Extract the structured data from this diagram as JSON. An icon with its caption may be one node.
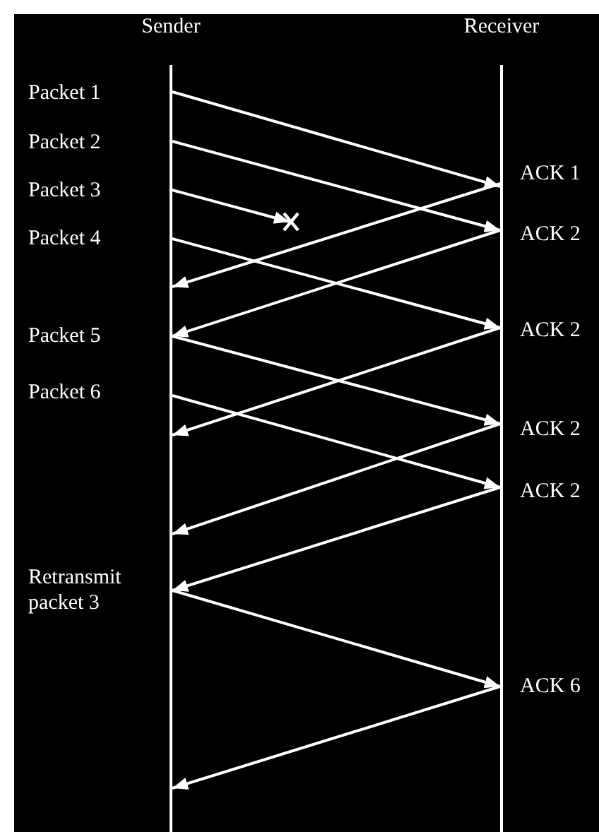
{
  "diagram": {
    "nodes": [
      {
        "text": [
          "Sender"
        ]
      },
      {
        "text": [
          "Receiver"
        ]
      }
    ],
    "edges": [
      {
        "from": 0,
        "to": 1,
        "arrow": "to"
      },
      {
        "from": 0,
        "to": 1,
        "arrow": "to"
      },
      {
        "from": 0,
        "to": null,
        "arrow": "to"
      },
      {
        "from": 0,
        "to": 1,
        "arrow": "to"
      },
      {
        "from": 1,
        "to": 0,
        "arrow": "to"
      },
      {
        "from": 1,
        "to": 0,
        "arrow": "to"
      },
      {
        "from": 0,
        "to": 1,
        "arrow": "to"
      },
      {
        "from": 1,
        "to": 0,
        "arrow": "to"
      },
      {
        "from": 0,
        "to": 1,
        "arrow": "to"
      },
      {
        "from": 1,
        "to": 0,
        "arrow": "to"
      },
      {
        "from": 1,
        "to": 0,
        "arrow": "to"
      },
      {
        "from": 0,
        "to": 1,
        "arrow": "to"
      },
      {
        "from": 1,
        "to": 0,
        "arrow": "to"
      }
    ],
    "labels": [
      "Packet 1",
      "Packet 2",
      "ACK 1",
      "Packet 3",
      "ACK 2",
      "Packet 4",
      "Packet 5",
      "ACK 2",
      "Packet 6",
      "ACK 2",
      "ACK 2",
      "Retransmit packet 3",
      "ACK 6"
    ]
  }
}
